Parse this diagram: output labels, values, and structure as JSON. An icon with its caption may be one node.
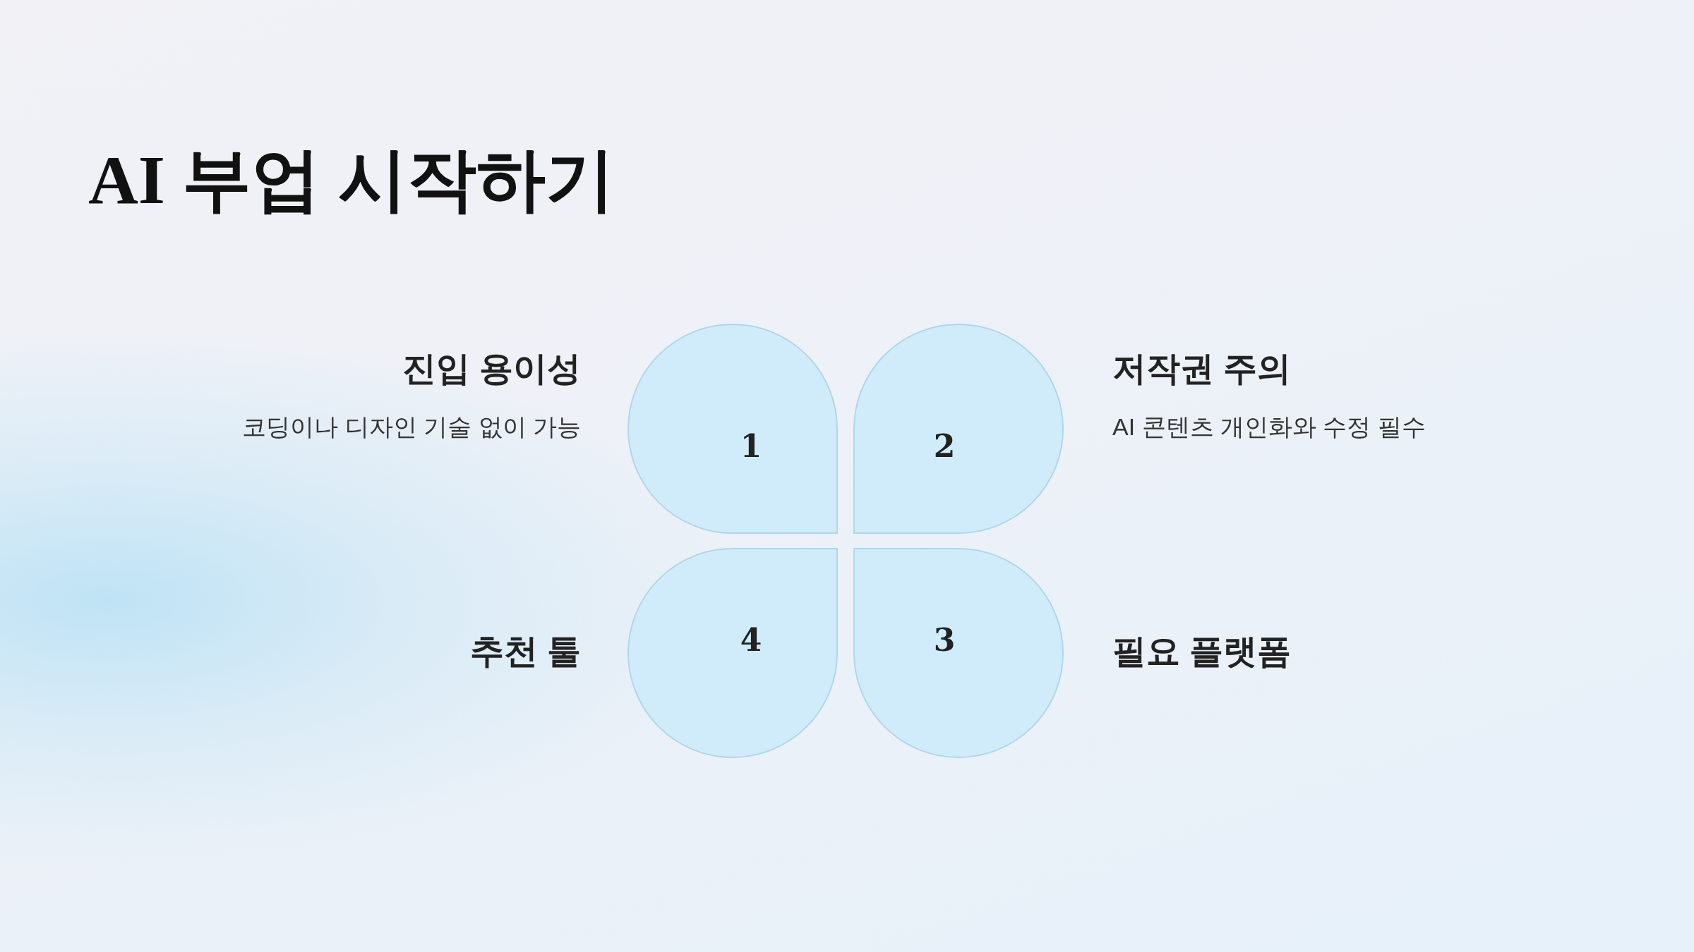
{
  "diagram": {
    "title": "AI 부업 시작하기",
    "nodes": [
      {
        "text": [
          "1"
        ],
        "beside": [
          "진입 용이성",
          "코딩이나 디자인 기술 없이 가능"
        ]
      },
      {
        "text": [
          "2"
        ],
        "beside": [
          "저작권 주의",
          "AI 콘텐츠 개인화와 수정 필수"
        ]
      },
      {
        "text": [
          "3"
        ],
        "beside": [
          "필요 플랫폼"
        ]
      },
      {
        "text": [
          "4"
        ],
        "beside": [
          "추천 툴"
        ]
      }
    ]
  }
}
